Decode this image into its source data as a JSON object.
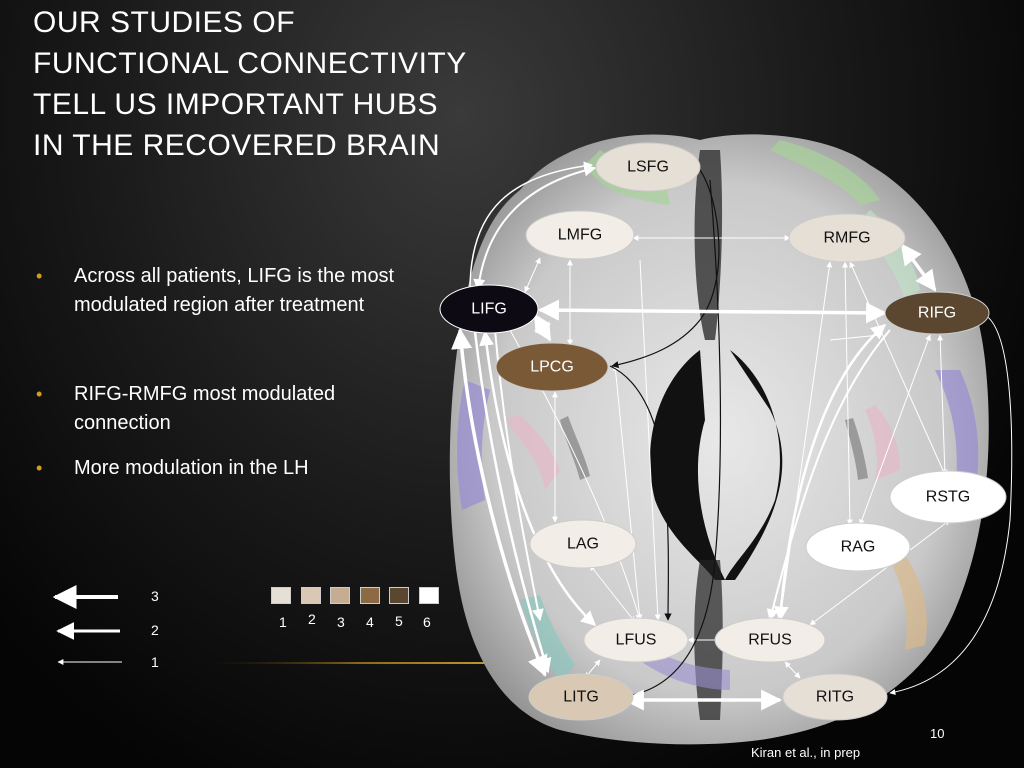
{
  "slide": {
    "title_lines": [
      "OUR STUDIES OF",
      "FUNCTIONAL CONNECTIVITY",
      "TELL US IMPORTANT HUBS",
      "IN THE RECOVERED BRAIN"
    ],
    "bullets": [
      "Across all patients, LIFG is the most modulated region after treatment",
      "RIFG-RMFG most modulated connection",
      "More modulation in the LH"
    ],
    "citation": "Kiran et al., in prep",
    "page_number": "10"
  },
  "legend": {
    "arrow_weights": [
      "3",
      "2",
      "1"
    ],
    "swatch_numbers": [
      "1",
      "2",
      "3",
      "4",
      "5",
      "6"
    ],
    "swatch_colors": [
      "#e6dfd6",
      "#d9c9b4",
      "#c4ad92",
      "#8b6a44",
      "#5b4630",
      "#ffffff"
    ]
  },
  "nodes": {
    "LSFG": "LSFG",
    "LMFG": "LMFG",
    "RMFG": "RMFG",
    "LIFG": "LIFG",
    "RIFG": "RIFG",
    "LPCG": "LPCG",
    "RSTG": "RSTG",
    "LAG": "LAG",
    "RAG": "RAG",
    "LFUS": "LFUS",
    "RFUS": "RFUS",
    "LITG": "LITG",
    "RITG": "RITG"
  }
}
